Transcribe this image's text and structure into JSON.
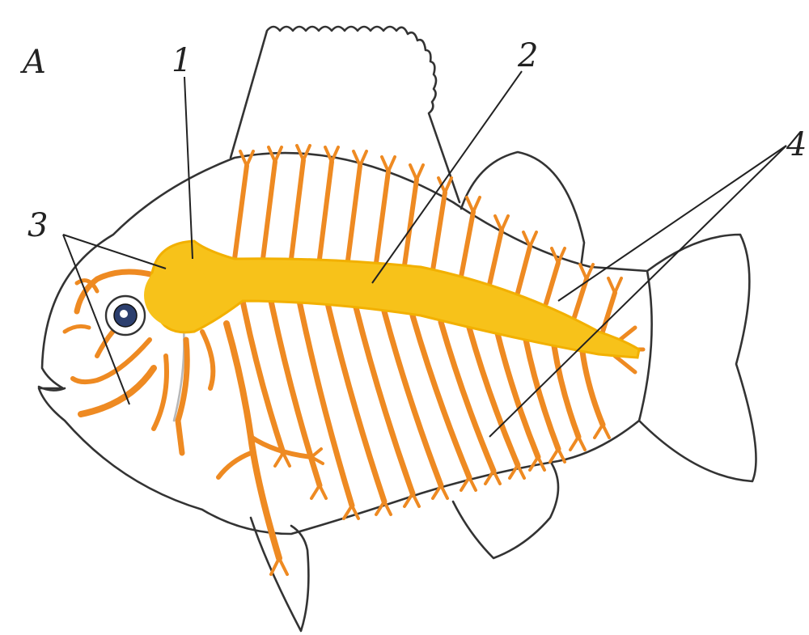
{
  "figure": {
    "panel_label": "A",
    "labels": [
      "1",
      "2",
      "3",
      "4"
    ]
  },
  "colors": {
    "spinal": "#f7c21a",
    "nerves": "#ee8a22",
    "outline": "#333333"
  }
}
